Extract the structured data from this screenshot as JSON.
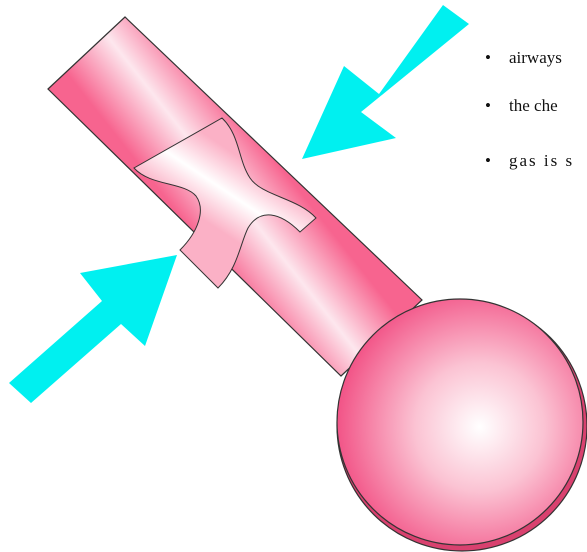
{
  "bullets": [
    {
      "text": "airways"
    },
    {
      "text": "the che"
    },
    {
      "text": "gas is s"
    }
  ],
  "colors": {
    "tube": "#f7648f",
    "tube_highlight": "#fde7ee",
    "alveolus": "#f45c8a",
    "arrow": "#00f0f0",
    "outline": "#333333"
  },
  "icons": {
    "arrow_upper": "arrow-down-left-icon",
    "arrow_lower": "arrow-up-right-icon"
  }
}
